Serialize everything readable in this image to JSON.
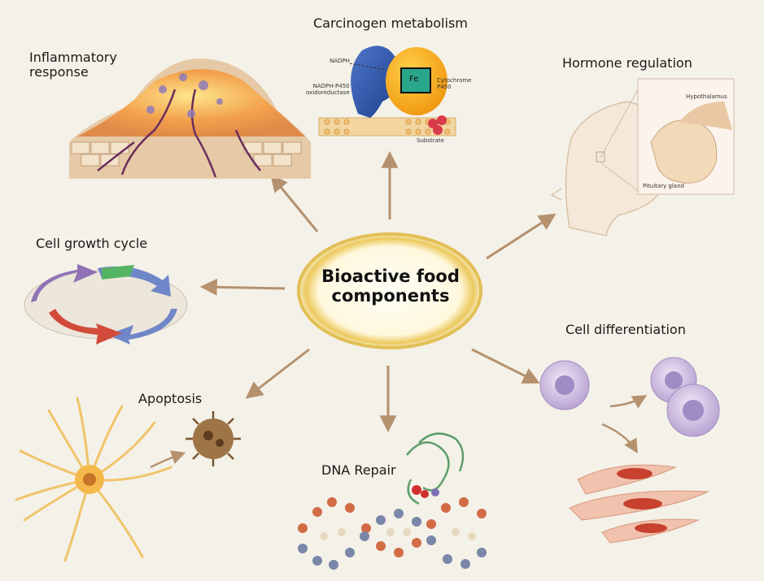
{
  "center": {
    "line1": "Bioactive food",
    "line2": "components"
  },
  "nodes": {
    "inflammatory": {
      "line1": "Inflammatory",
      "line2": "response"
    },
    "carcinogen": {
      "label": "Carcinogen metabolism"
    },
    "hormone": {
      "label": "Hormone regulation"
    },
    "cell_growth": {
      "label": "Cell  growth cycle"
    },
    "cell_diff": {
      "label": "Cell differentiation"
    },
    "apoptosis": {
      "label": "Apoptosis"
    },
    "dna": {
      "label": "DNA Repair"
    }
  },
  "carcinogen_detail": {
    "nadph": "NADPH",
    "reductase1": "NADPH-P450",
    "reductase2": "oxidoreductase",
    "cyt1": "Cytochrome",
    "cyt2": "P450",
    "fe": "Fe",
    "substrate": "Substrate"
  },
  "hormone_detail": {
    "hypothalamus": "Hypothalamus",
    "pituitary": "Pituitary gland"
  },
  "colors": {
    "arrow": "#b5916e",
    "ring": "#e9cc6a",
    "background": "#f4f1e8"
  }
}
